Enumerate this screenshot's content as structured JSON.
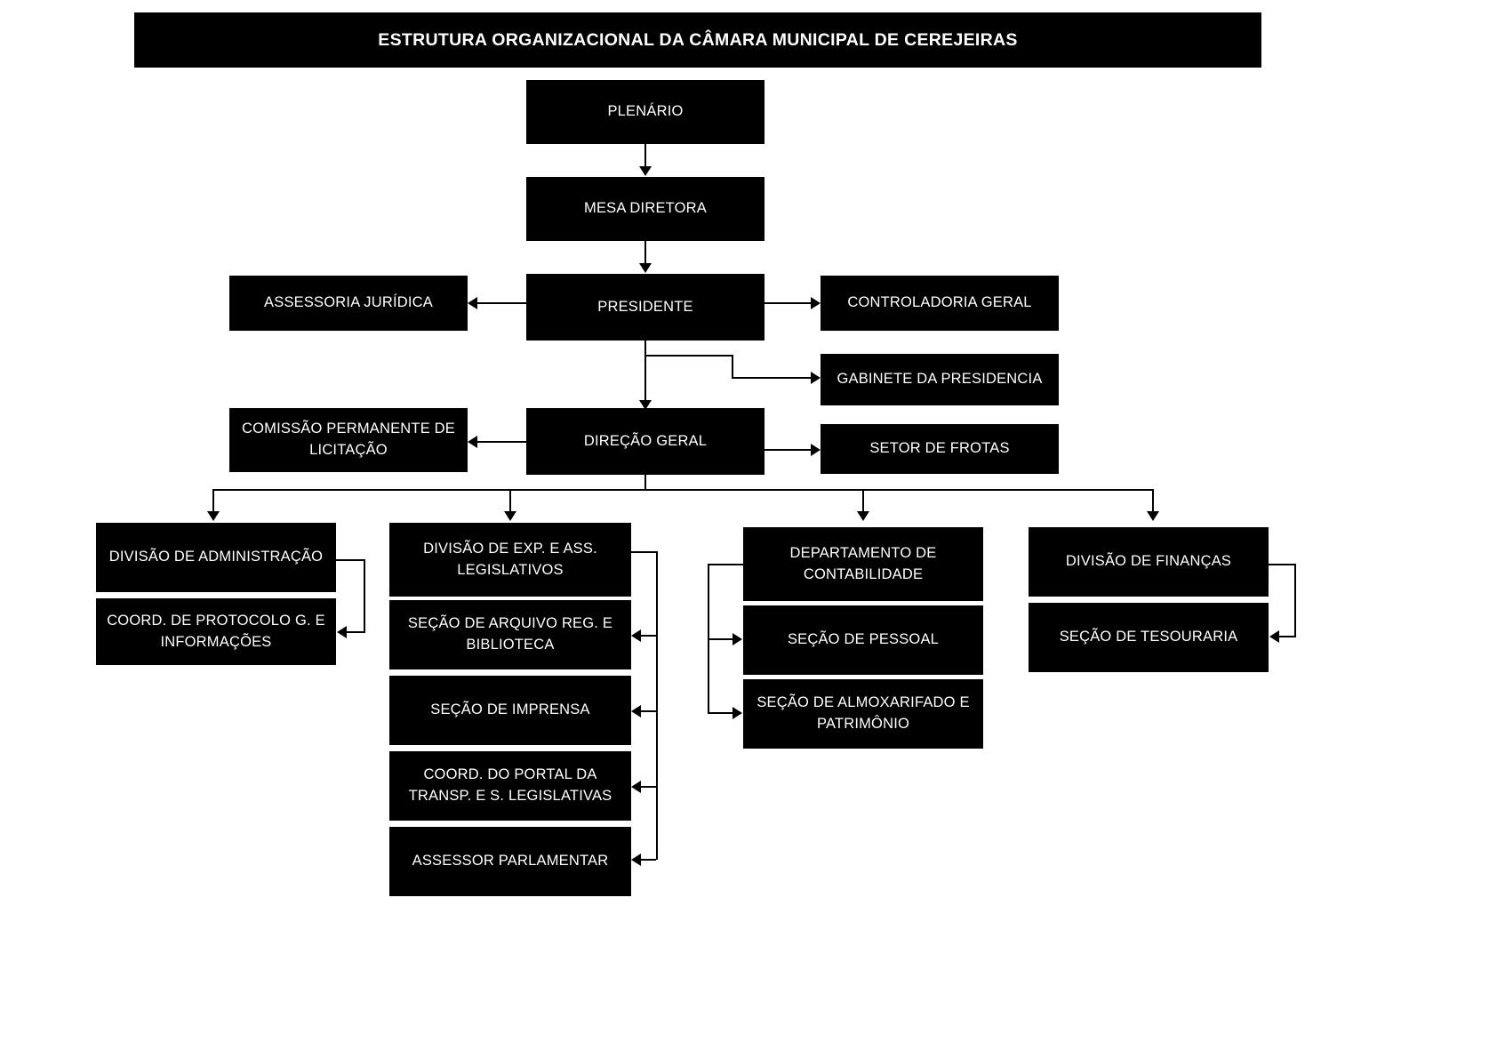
{
  "title": {
    "text": "ESTRUTURA ORGANIZACIONAL DA CÂMARA MUNICIPAL DE CEREJEIRAS"
  },
  "nodes": {
    "plenario": "PLENÁRIO",
    "mesa_diretora": "MESA DIRETORA",
    "presidente": "PRESIDENTE",
    "assessoria_juridica": "ASSESSORIA JURÍDICA",
    "controladoria_geral": "CONTROLADORIA GERAL",
    "gabinete_presidencia": "GABINETE DA PRESIDENCIA",
    "direcao_geral": "DIREÇÃO GERAL",
    "comissao_licitacao": "COMISSÃO PERMANENTE DE LICITAÇÃO",
    "setor_frotas": "SETOR DE FROTAS",
    "divisao_administracao": "DIVISÃO DE ADMINISTRAÇÃO",
    "coord_protocolo": "COORD. DE PROTOCOLO G. E INFORMAÇÕES",
    "divisao_exp_legislativos": "DIVISÃO DE EXP. E ASS. LEGISLATIVOS",
    "secao_arquivo_biblioteca": "SEÇÃO DE ARQUIVO REG. E BIBLIOTECA",
    "secao_imprensa": "SEÇÃO DE IMPRENSA",
    "coord_portal_transp": "COORD. DO PORTAL DA TRANSP. E S. LEGISLATIVAS",
    "assessor_parlamentar": "ASSESSOR PARLAMENTAR",
    "departamento_contabilidade": "DEPARTAMENTO DE CONTABILIDADE",
    "secao_pessoal": "SEÇÃO DE PESSOAL",
    "secao_almoxarifado": "SEÇÃO DE ALMOXARIFADO E PATRIMÔNIO",
    "divisao_financas": "DIVISÃO DE FINANÇAS",
    "secao_tesouraria": "SEÇÃO DE TESOURARIA"
  },
  "colors": {
    "box_fill": "#000000",
    "box_text": "#ffffff",
    "connector": "#000000",
    "background": "#ffffff"
  },
  "chart_data": {
    "type": "diagram",
    "diagram_kind": "organizational-chart",
    "title": "ESTRUTURA ORGANIZACIONAL DA CÂMARA MUNICIPAL DE CEREJEIRAS",
    "levels": [
      {
        "level": 1,
        "nodes": [
          "PLENÁRIO"
        ]
      },
      {
        "level": 2,
        "nodes": [
          "MESA DIRETORA"
        ]
      },
      {
        "level": 3,
        "nodes": [
          "PRESIDENTE"
        ],
        "lateral": [
          "ASSESSORIA JURÍDICA",
          "CONTROLADORIA GERAL",
          "GABINETE DA PRESIDENCIA"
        ]
      },
      {
        "level": 4,
        "nodes": [
          "DIREÇÃO GERAL"
        ],
        "lateral": [
          "COMISSÃO PERMANENTE DE LICITAÇÃO",
          "SETOR DE FROTAS"
        ]
      },
      {
        "level": 5,
        "nodes": [
          "DIVISÃO DE ADMINISTRAÇÃO",
          "DIVISÃO DE EXP. E ASS. LEGISLATIVOS",
          "DEPARTAMENTO DE CONTABILIDADE",
          "DIVISÃO DE FINANÇAS"
        ]
      }
    ],
    "edges": [
      {
        "from": "PLENÁRIO",
        "to": "MESA DIRETORA",
        "direction": "down"
      },
      {
        "from": "MESA DIRETORA",
        "to": "PRESIDENTE",
        "direction": "down"
      },
      {
        "from": "PRESIDENTE",
        "to": "ASSESSORIA JURÍDICA",
        "direction": "left"
      },
      {
        "from": "PRESIDENTE",
        "to": "CONTROLADORIA GERAL",
        "direction": "right"
      },
      {
        "from": "PRESIDENTE",
        "to": "GABINETE DA PRESIDENCIA",
        "direction": "right"
      },
      {
        "from": "PRESIDENTE",
        "to": "DIREÇÃO GERAL",
        "direction": "down"
      },
      {
        "from": "DIREÇÃO GERAL",
        "to": "COMISSÃO PERMANENTE DE LICITAÇÃO",
        "direction": "left"
      },
      {
        "from": "DIREÇÃO GERAL",
        "to": "SETOR DE FROTAS",
        "direction": "right"
      },
      {
        "from": "DIREÇÃO GERAL",
        "to": "DIVISÃO DE ADMINISTRAÇÃO",
        "direction": "down"
      },
      {
        "from": "DIREÇÃO GERAL",
        "to": "DIVISÃO DE EXP. E ASS. LEGISLATIVOS",
        "direction": "down"
      },
      {
        "from": "DIREÇÃO GERAL",
        "to": "DEPARTAMENTO DE CONTABILIDADE",
        "direction": "down"
      },
      {
        "from": "DIREÇÃO GERAL",
        "to": "DIVISÃO DE FINANÇAS",
        "direction": "down"
      },
      {
        "from": "DIVISÃO DE ADMINISTRAÇÃO",
        "to": "COORD. DE PROTOCOLO G. E INFORMAÇÕES",
        "direction": "left"
      },
      {
        "from": "DIVISÃO DE EXP. E ASS. LEGISLATIVOS",
        "to": "SEÇÃO DE ARQUIVO REG. E BIBLIOTECA",
        "direction": "left"
      },
      {
        "from": "DIVISÃO DE EXP. E ASS. LEGISLATIVOS",
        "to": "SEÇÃO DE IMPRENSA",
        "direction": "left"
      },
      {
        "from": "DIVISÃO DE EXP. E ASS. LEGISLATIVOS",
        "to": "COORD. DO PORTAL DA TRANSP. E S. LEGISLATIVAS",
        "direction": "left"
      },
      {
        "from": "DIVISÃO DE EXP. E ASS. LEGISLATIVOS",
        "to": "ASSESSOR PARLAMENTAR",
        "direction": "left"
      },
      {
        "from": "DEPARTAMENTO DE CONTABILIDADE",
        "to": "SEÇÃO DE PESSOAL",
        "direction": "right"
      },
      {
        "from": "DEPARTAMENTO DE CONTABILIDADE",
        "to": "SEÇÃO DE ALMOXARIFADO E PATRIMÔNIO",
        "direction": "right"
      },
      {
        "from": "DIVISÃO DE FINANÇAS",
        "to": "SEÇÃO DE TESOURARIA",
        "direction": "left"
      }
    ]
  }
}
